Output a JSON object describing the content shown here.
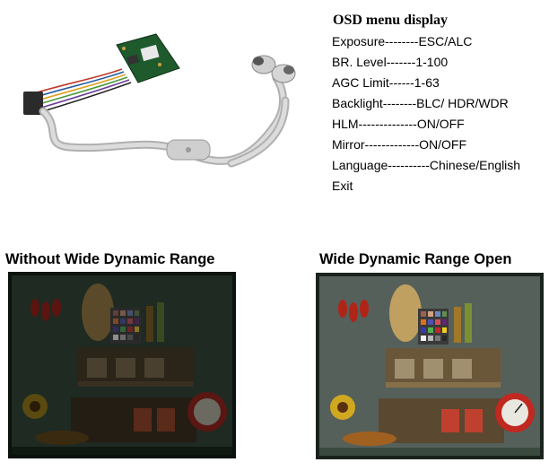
{
  "osd": {
    "title": "OSD menu display",
    "items": [
      {
        "label": "Exposure--------ESC/ALC"
      },
      {
        "label": "BR. Level-------1-100"
      },
      {
        "label": "AGC Limit------1-63"
      },
      {
        "label": "Backlight--------BLC/ HDR/WDR"
      },
      {
        "label": "HLM--------------ON/OFF"
      },
      {
        "label": "Mirror-------------ON/OFF"
      },
      {
        "label": "Language----------Chinese/English"
      },
      {
        "label": "Exit"
      }
    ]
  },
  "comparison": {
    "left_caption": "Without Wide Dynamic Range",
    "right_caption": "Wide Dynamic Range Open"
  },
  "colors": {
    "pcb_green": "#1f5a2c",
    "cable_gray": "#c9c9c9",
    "scene_dark_bg": "#1e2a22",
    "scene_bright_bg": "#56605a"
  }
}
